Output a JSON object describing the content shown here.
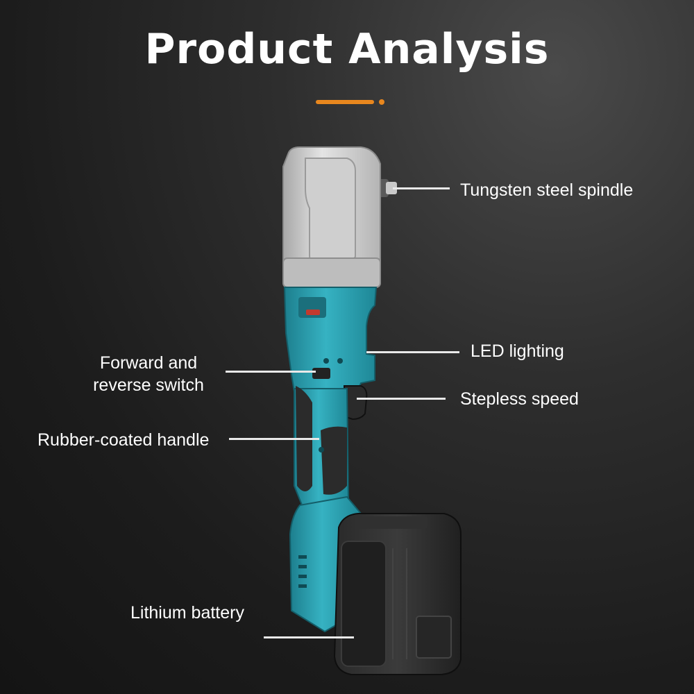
{
  "title": "Product Analysis",
  "colors": {
    "accent": "#e8871e",
    "body_teal": "#2a9fb0",
    "housing": "#d6d6d6",
    "rubber": "#2b2b2b",
    "background": "#1c1c1c"
  },
  "callouts": {
    "spindle": "Tungsten steel spindle",
    "led": "LED lighting",
    "speed": "Stepless speed",
    "switch_line1": "Forward and",
    "switch_line2": "reverse switch",
    "handle": "Rubber-coated handle",
    "battery": "Lithium battery"
  }
}
